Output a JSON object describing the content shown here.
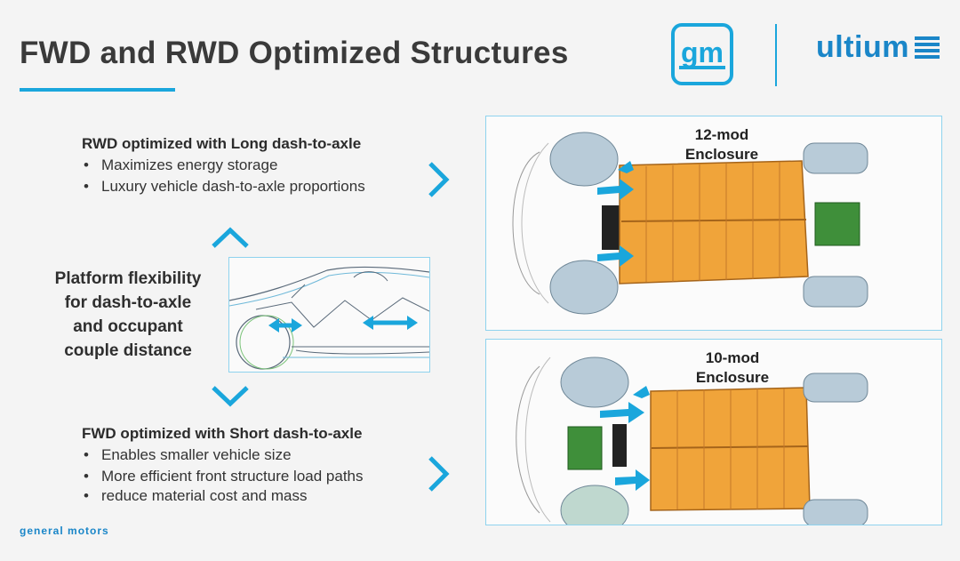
{
  "title": "FWD and RWD Optimized Structures",
  "logos": {
    "gm": "gm",
    "ultium": "ultium"
  },
  "rwd": {
    "heading": "RWD optimized  with Long dash-to-axle",
    "bullets": [
      "Maximizes energy storage",
      "Luxury vehicle dash-to-axle proportions"
    ]
  },
  "fwd": {
    "heading": "FWD optimized with Short dash-to-axle",
    "bullets": [
      "Enables smaller vehicle size",
      "More efficient front structure load paths",
      "reduce material cost and mass"
    ]
  },
  "platform": {
    "lines": [
      "Platform flexibility",
      "for dash-to-axle",
      "and occupant",
      "couple distance"
    ]
  },
  "enclosures": {
    "top": {
      "line1": "12-mod",
      "line2": "Enclosure"
    },
    "bottom": {
      "line1": "10-mod",
      "line2": "Enclosure"
    }
  },
  "footer": "general motors",
  "colors": {
    "accent": "#1aa6dc",
    "battery": "#f0a43a",
    "tire": "#b8cbd8",
    "motor": "#3f8f3a"
  }
}
